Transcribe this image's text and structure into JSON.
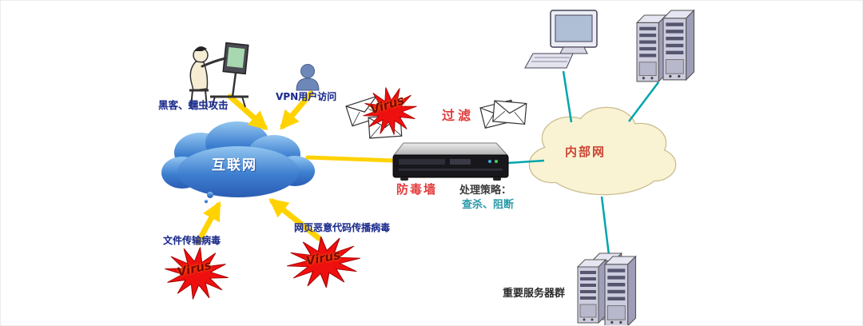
{
  "title": "network-security-topology-diagram",
  "colors": {
    "internet_cloud": "#3e7fd0",
    "intranet_cloud": "#f9f3d3",
    "arrow_yellow": "#ffd200",
    "link_teal": "#00a5ad",
    "virus_red": "#ee1111",
    "label_navy": "#1c2d8f",
    "label_red": "#e23a3a",
    "strategy_teal": "#2b9aa8"
  },
  "nodes": {
    "hacker": {
      "label": "黑客、蠕虫攻击",
      "icon": "hacker-at-computer-icon"
    },
    "vpn": {
      "label": "VPN用户访问",
      "icon": "person-icon"
    },
    "internet": {
      "label": "互联网",
      "icon": "cloud-icon"
    },
    "mail_virus": {
      "label": "Virus",
      "icon": "starburst-icon"
    },
    "filter": {
      "label": "过滤",
      "icon": "envelope-icon"
    },
    "firewall": {
      "label": "防毒墙",
      "icon": "rack-appliance-icon"
    },
    "strategy": {
      "title": "处理策略：",
      "detail": "查杀、阻断"
    },
    "intranet": {
      "label": "内部网",
      "icon": "cloud-icon"
    },
    "workstation": {
      "icon": "desktop-computer-icon"
    },
    "servers_top": {
      "icon": "server-tower-icon"
    },
    "file_virus": {
      "label": "文件传输病毒",
      "star": "Virus",
      "icon": "starburst-icon"
    },
    "web_virus": {
      "label": "网页恶意代码传播病毒",
      "star": "Virus",
      "icon": "starburst-icon"
    },
    "server_group": {
      "label": "重要服务器群",
      "icon": "server-tower-icon"
    }
  }
}
